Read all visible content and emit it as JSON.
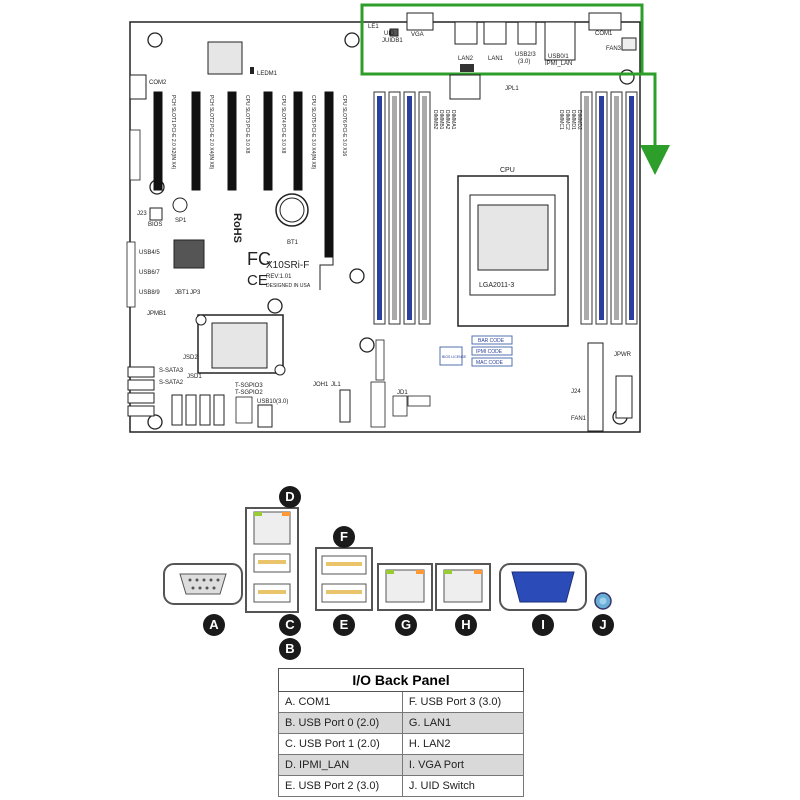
{
  "board": {
    "model": "X10SRi-F",
    "rev": "REV:1.01",
    "designed": "DESIGNED IN USA",
    "cpu_socket_label": "CPU",
    "socket_name": "LGA2011-3",
    "labels": {
      "le1": "LE1",
      "uid": "UID",
      "juidb1": "JUIDB1",
      "vga": "VGA",
      "lan2": "LAN2",
      "lan1": "LAN1",
      "usb23": "USB2/3",
      "usb23_sub": "(3.0)",
      "usb01": "USB0/1",
      "ipmi_lan": "IPMI_LAN",
      "com1": "COM1",
      "fan3": "FAN3",
      "jpl1": "JPL1",
      "ledm1": "LEDM1",
      "com2": "COM2",
      "bios": "BIOS",
      "j23": "J23",
      "sp1": "SP1",
      "bt1": "BT1",
      "usb45": "USB4/5",
      "usb67": "USB6/7",
      "usb89": "USB8/9",
      "jbt1": "JBT1",
      "jp3": "JP3",
      "jpmb1": "JPMB1",
      "jsd2": "JSD2",
      "jsd1": "JSD1",
      "ssata3": "S-SATA3",
      "ssata2": "S-SATA2",
      "tsgpio3": "T-SGPIO3",
      "tsgpio2": "T-SGPIO2",
      "usb10": "USB10(3.0)",
      "joh1": "JOH1",
      "jl1": "JL1",
      "jd1": "JD1",
      "j24": "J24",
      "jpwr": "JPWR",
      "bar_code": "BAR CODE",
      "ipmi_code": "IPMI CODE",
      "mac_code": "MAC CODE",
      "bios_license": "BIOS LICENSE",
      "fan1": "FAN1"
    },
    "pcie_slots": [
      "PCH SLOT1 PCI-E 2.0 X2(IN X4)",
      "PCH SLOT2 PCI-E 2.0 X4(IN X8)",
      "CPU SLOT3 PCI-E 3.0 X8",
      "CPU SLOT4 PCI-E 3.0 X8",
      "CPU SLOT5 PCI-E 3.0 X4(IN X8)",
      "CPU SLOT6 PCI-E 3.0 X16"
    ],
    "dimm_left": [
      "DIMMB2",
      "DIMMB1",
      "DIMMA2",
      "DIMMA1"
    ],
    "dimm_right": [
      "DIMMC1",
      "DIMMC2",
      "DIMMD1",
      "DIMMD2"
    ]
  },
  "ports": {
    "letters": [
      "A",
      "B",
      "C",
      "D",
      "E",
      "F",
      "G",
      "H",
      "I",
      "J"
    ]
  },
  "io_panel": {
    "title": "I/O Back Panel",
    "rows": [
      [
        "A. COM1",
        "F. USB Port 3 (3.0)"
      ],
      [
        "B. USB Port 0 (2.0)",
        "G. LAN1"
      ],
      [
        "C. USB Port 1 (2.0)",
        "H. LAN2"
      ],
      [
        "D. IPMI_LAN",
        "I. VGA Port"
      ],
      [
        "E. USB Port 2 (3.0)",
        "J. UID Switch"
      ]
    ]
  },
  "colors": {
    "highlight": "#2e9e2a",
    "dimm_blue": "#2a3f9e",
    "vga_blue": "#2b4bb8",
    "uid_blue": "#6aaed6"
  }
}
